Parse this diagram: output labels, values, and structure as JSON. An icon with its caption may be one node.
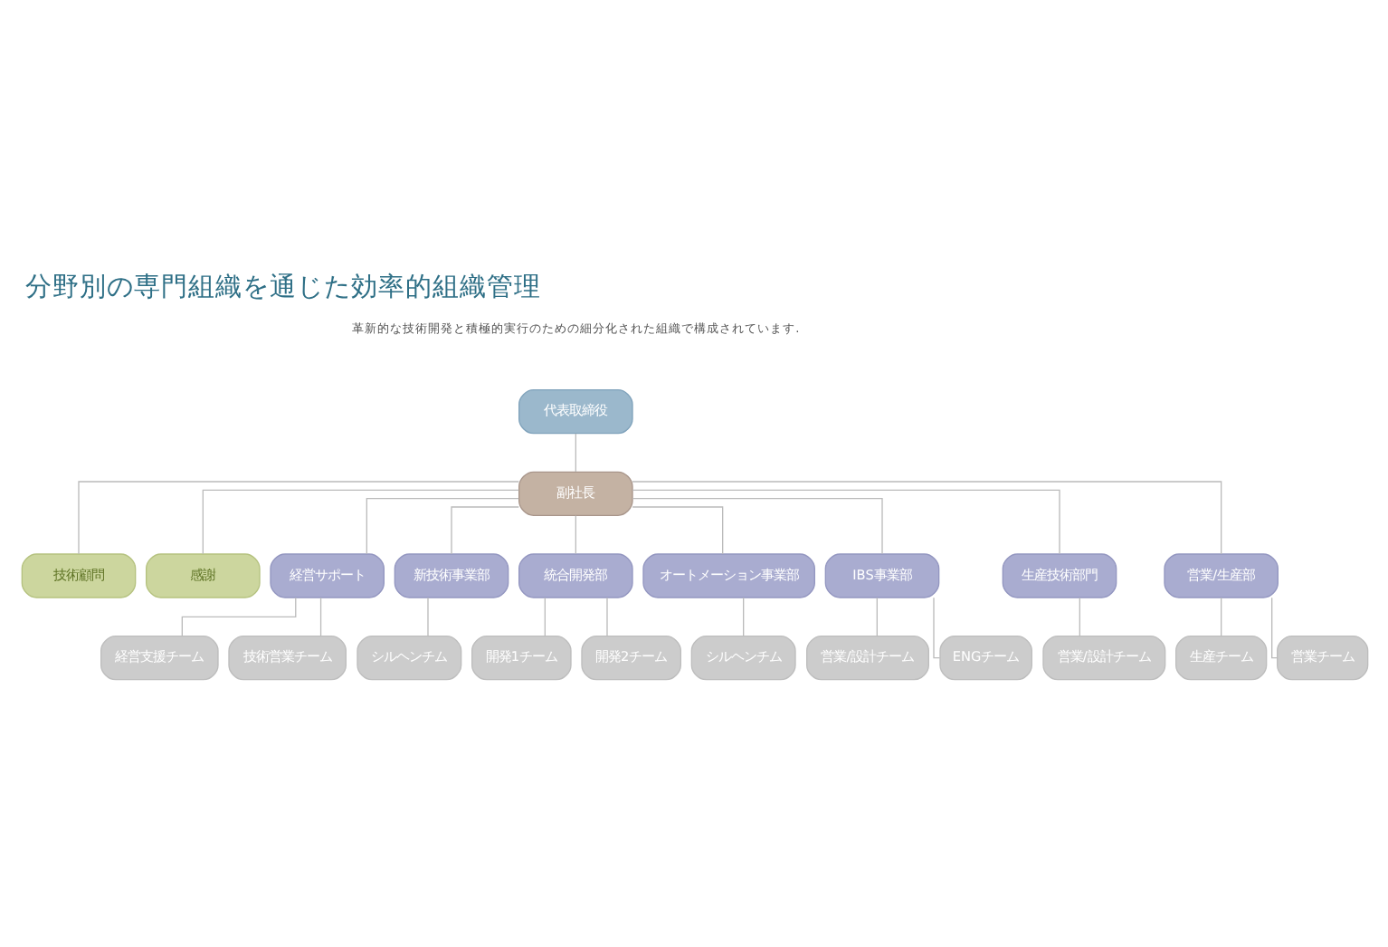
{
  "diagram": {
    "title": "分野別の専門組織を通じた効率的組織管理",
    "nodes": [
      {
        "text": [
          "代表取締役"
        ]
      },
      {
        "text": [
          "副社長"
        ]
      },
      {
        "text": [
          "技術顧問"
        ]
      },
      {
        "text": [
          "感謝"
        ]
      },
      {
        "text": [
          "経営サポート"
        ]
      },
      {
        "text": [
          "新技術事業部"
        ]
      },
      {
        "text": [
          "統合開発部"
        ]
      },
      {
        "text": [
          "オートメーション事業部"
        ]
      },
      {
        "text": [
          "IBS事業部"
        ]
      },
      {
        "text": [
          "生産技術部門"
        ]
      },
      {
        "text": [
          "営業/生産部"
        ]
      },
      {
        "text": [
          "経営支援チーム"
        ]
      },
      {
        "text": [
          "技術営業チーム"
        ]
      },
      {
        "text": [
          "シルヘンチム"
        ]
      },
      {
        "text": [
          "開発1チーム"
        ]
      },
      {
        "text": [
          "開発2チーム"
        ]
      },
      {
        "text": [
          "シルヘンチム"
        ]
      },
      {
        "text": [
          "営業/設計チーム"
        ]
      },
      {
        "text": [
          "ENGチーム"
        ]
      },
      {
        "text": [
          "営業/設計チーム"
        ]
      },
      {
        "text": [
          "生産チーム"
        ]
      },
      {
        "text": [
          "営業チーム"
        ]
      }
    ],
    "edges": [
      {
        "from": 0,
        "to": 1,
        "arrow": "none"
      },
      {
        "from": 1,
        "to": 2,
        "arrow": "none"
      },
      {
        "from": 1,
        "to": 3,
        "arrow": "none"
      },
      {
        "from": 1,
        "to": 4,
        "arrow": "none"
      },
      {
        "from": 1,
        "to": 5,
        "arrow": "none"
      },
      {
        "from": 1,
        "to": 6,
        "arrow": "none"
      },
      {
        "from": 1,
        "to": 7,
        "arrow": "none"
      },
      {
        "from": 1,
        "to": 8,
        "arrow": "none"
      },
      {
        "from": 1,
        "to": 9,
        "arrow": "none"
      },
      {
        "from": 1,
        "to": 10,
        "arrow": "none"
      },
      {
        "from": 4,
        "to": 11,
        "arrow": "none"
      },
      {
        "from": 4,
        "to": 12,
        "arrow": "none"
      },
      {
        "from": 5,
        "to": 13,
        "arrow": "none"
      },
      {
        "from": 6,
        "to": 14,
        "arrow": "none"
      },
      {
        "from": 6,
        "to": 15,
        "arrow": "none"
      },
      {
        "from": 7,
        "to": 16,
        "arrow": "none"
      },
      {
        "from": 8,
        "to": 17,
        "arrow": "none"
      },
      {
        "from": 8,
        "to": 18,
        "arrow": "none"
      },
      {
        "from": 9,
        "to": 19,
        "arrow": "none"
      },
      {
        "from": 10,
        "to": 20,
        "arrow": "none"
      },
      {
        "from": 10,
        "to": 21,
        "arrow": "none"
      }
    ],
    "labels": [
      "革新的な技術開発と積極的実行のための細分化された組織で構成されています."
    ]
  }
}
